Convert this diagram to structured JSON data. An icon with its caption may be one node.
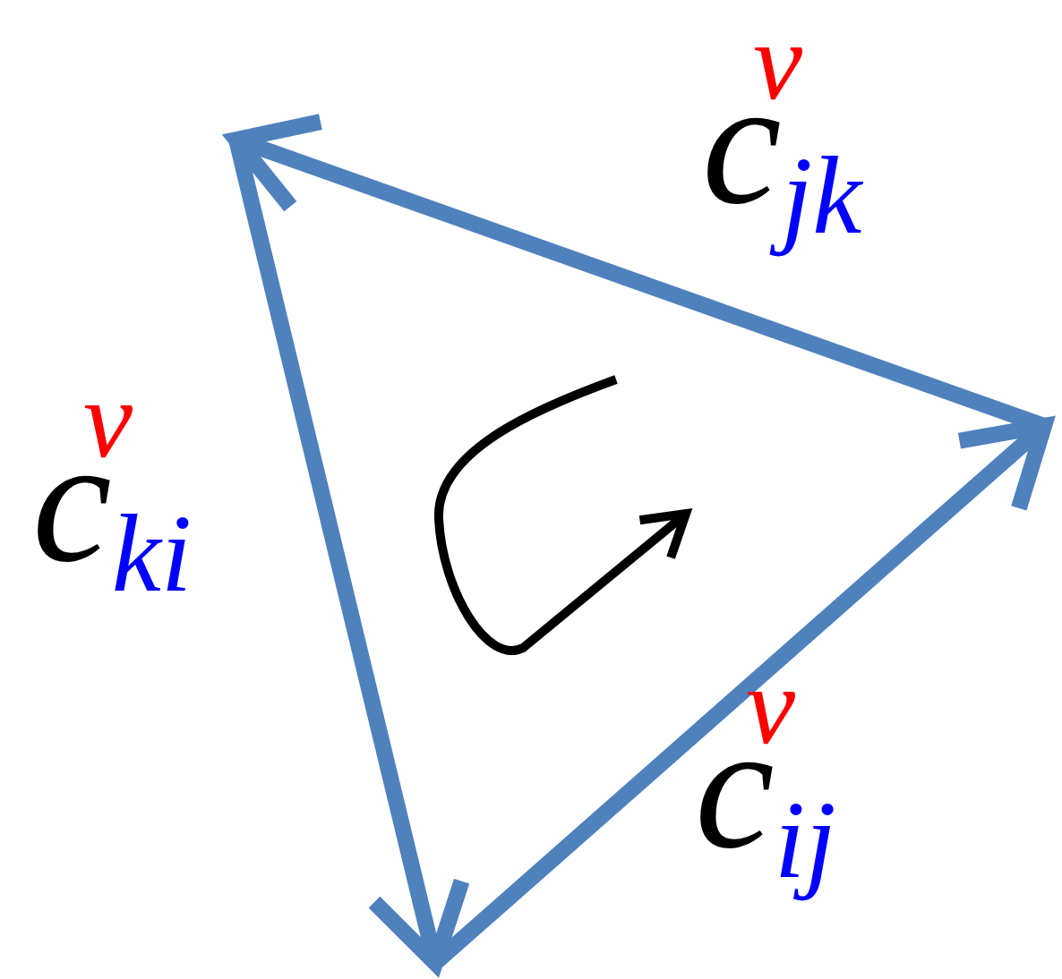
{
  "diagram": {
    "labels": [
      "c$^{v}$$_{jk}$",
      "c$^{v}$$_{ki}$",
      "c$^{v}$$_{ij}$"
    ]
  }
}
